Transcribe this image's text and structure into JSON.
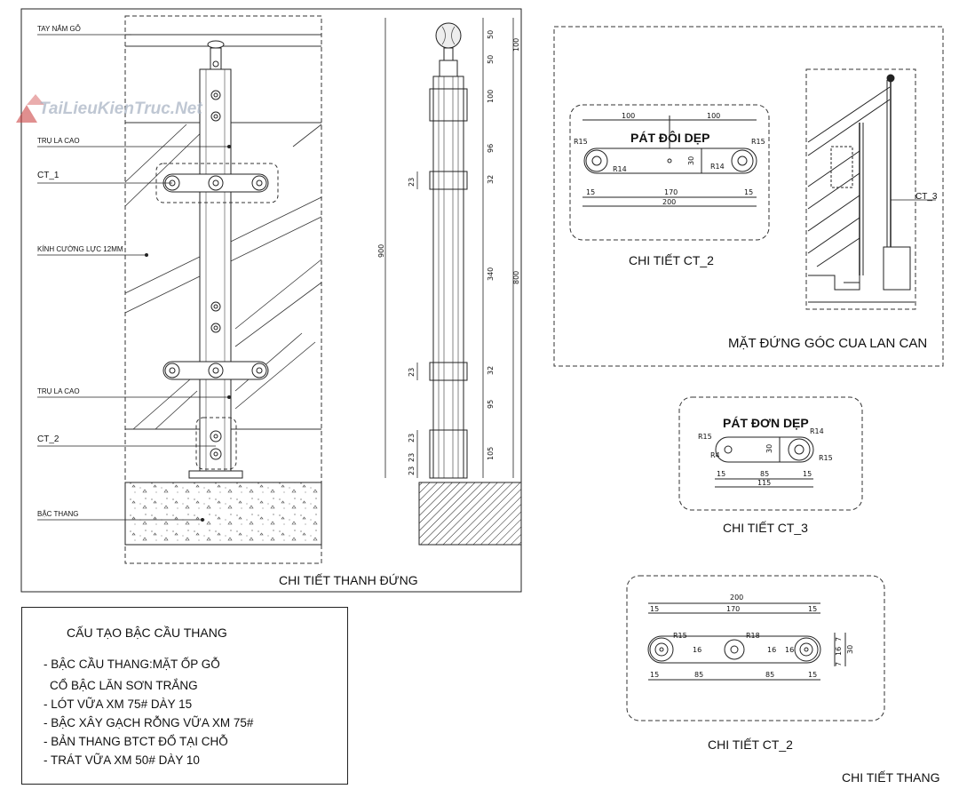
{
  "watermark": {
    "text": "TaiLieuKienTruc.Net"
  },
  "column_detail": {
    "labels": {
      "handrail": "TAY NẮM GỖ",
      "post_top": "TRỤ LA CAO",
      "ct1": "CT_1",
      "glass": "KÍNH CƯỜNG LỰC 12MM",
      "post_bottom": "TRỤ LA CAO",
      "ct2": "CT_2",
      "step": "BẬC THANG"
    },
    "dims_right": [
      "50",
      "50",
      "100",
      "96",
      "32",
      "340",
      "32",
      "95",
      "105"
    ],
    "dims_right_outer": [
      "100",
      "800"
    ],
    "dims_left": [
      "23",
      "23",
      "23",
      "23",
      "23"
    ],
    "dim_total": "900",
    "caption": "CHI TIẾT THANH ĐỨNG"
  },
  "ct2_double": {
    "title": "PÁT ĐÔI DẸP",
    "top_dims": [
      "100",
      "100"
    ],
    "radii": [
      "R15",
      "R14",
      "R14",
      "R15"
    ],
    "height_dim": "30",
    "bottom_dims": [
      "15",
      "170",
      "15"
    ],
    "total": "200",
    "caption": "CHI TIẾT CT_2"
  },
  "corner_elevation": {
    "label": "CT_3",
    "caption": "MẶT ĐỨNG GÓC CUA LAN CAN"
  },
  "ct3_single": {
    "title": "PÁT ĐƠN DẸP",
    "radii": [
      "R15",
      "R4",
      "R14",
      "R15"
    ],
    "height_dim": "30",
    "bottom_dims": [
      "15",
      "85",
      "15"
    ],
    "total": "115",
    "caption": "CHI TIẾT CT_3"
  },
  "ct2_triple": {
    "total": "200",
    "top_dims": [
      "15",
      "170",
      "15"
    ],
    "radii": [
      "R15",
      "R18"
    ],
    "mid_dims": [
      "16",
      "16",
      "16"
    ],
    "bottom_dims": [
      "15",
      "85",
      "85",
      "15"
    ],
    "side_dims": [
      "7",
      "16",
      "7",
      "30"
    ],
    "caption": "CHI TIẾT CT_2"
  },
  "notes": {
    "title": "CẤU TẠO BẬC CẦU THANG",
    "lines": [
      "- BẬC CẦU THANG:MẶT ỐP GỖ",
      "  CỔ BẬC LĂN SƠN TRẮNG",
      "- LÓT VỮA XM 75# DÀY 15",
      "- BẬC XÂY GẠCH RỖNG VỮA XM 75#",
      "- BẢN THANG BTCT ĐỔ TẠI CHỖ",
      "- TRÁT VỮA XM 50# DÀY 10"
    ]
  },
  "sheet_caption": "CHI TIẾT THANG"
}
